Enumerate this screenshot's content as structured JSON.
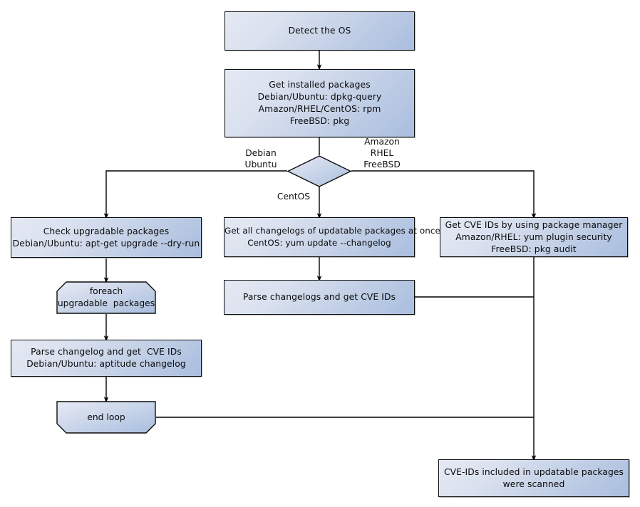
{
  "diagram": {
    "title": "OS package CVE scanning flow",
    "colors": {
      "node_fill_light": "#e4e9f3",
      "node_fill_dark": "#a9bedf",
      "node_border": "#0d0d0d",
      "edge": "#000000",
      "background": "#ffffff"
    },
    "nodes": {
      "detect_os": {
        "id": "detect-the-os",
        "shape": "process",
        "text": "Detect the OS"
      },
      "get_installed_packages": {
        "id": "get-installed-packages",
        "shape": "process",
        "text": "Get installed packages\nDebian/Ubuntu: dpkg-query\nAmazon/RHEL/CentOS: rpm\nFreeBSD: pkg"
      },
      "os_decision": {
        "id": "os-decision",
        "shape": "decision",
        "text": ""
      },
      "check_upgradable": {
        "id": "check-upgradable-packages",
        "shape": "process",
        "text": "Check upgradable packages\nDebian/Ubuntu: apt-get upgrade --dry-run"
      },
      "get_all_changelogs": {
        "id": "get-all-changelogs",
        "shape": "process",
        "text": "Get all changelogs of updatable packages at once\nCentOS: yum update --changelog"
      },
      "get_cve_ids_pkgmgr": {
        "id": "get-cve-ids-package-manager",
        "shape": "process",
        "text": "Get CVE IDs by using package manager\nAmazon/RHEL: yum plugin security\nFreeBSD: pkg audit"
      },
      "foreach_loop": {
        "id": "foreach-upgradable-packages",
        "shape": "loop-start",
        "text": "foreach\nupgradable  packages"
      },
      "parse_changelogs_center": {
        "id": "parse-changelogs-and-get-cve-ids",
        "shape": "process",
        "text": "Parse changelogs and get CVE IDs"
      },
      "parse_changelog_left": {
        "id": "parse-changelog-and-get-cve-ids",
        "shape": "process",
        "text": "Parse changelog and get  CVE IDs\nDebian/Ubuntu: aptitude changelog"
      },
      "end_loop": {
        "id": "end-loop",
        "shape": "loop-end",
        "text": "end loop"
      },
      "scanned_result": {
        "id": "cve-ids-included-scanned",
        "shape": "process",
        "text": "CVE-IDs included in updatable packages\nwere scanned"
      }
    },
    "edge_labels": {
      "debian_ubuntu": "Debian\nUbuntu",
      "amazon_rhel_freebsd": "Amazon\nRHEL\nFreeBSD",
      "centos": "CentOS"
    }
  }
}
